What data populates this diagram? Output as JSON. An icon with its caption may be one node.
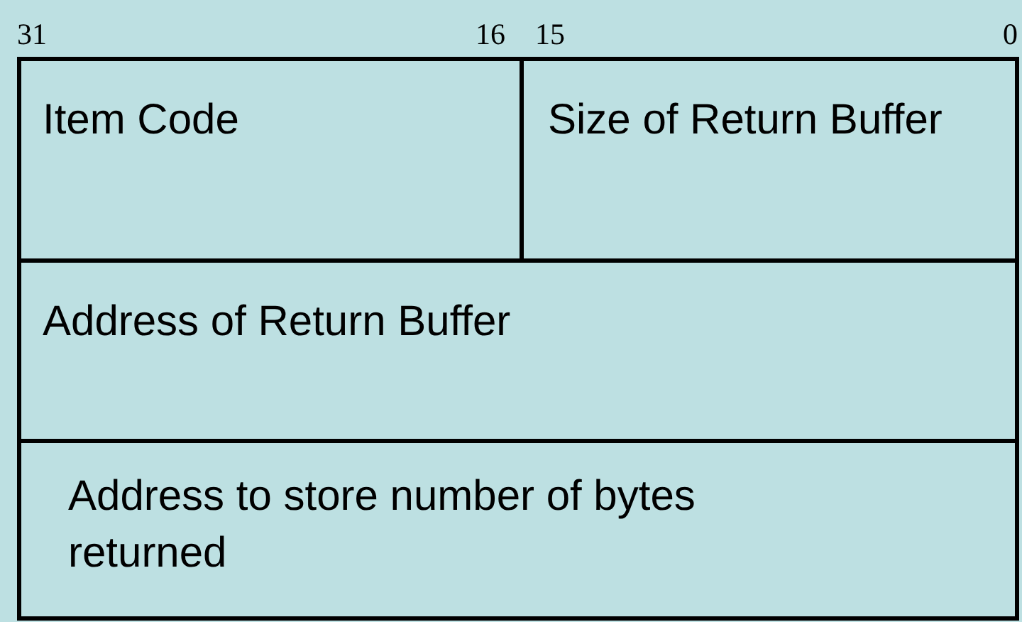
{
  "diagram": {
    "nodes": [
      {
        "text": [
          "Item Code"
        ]
      },
      {
        "text": [
          "Size of Return Buffer"
        ]
      },
      {
        "text": [
          "Address of Return Buffer"
        ]
      },
      {
        "text": [
          "Address to store number of bytes returned"
        ]
      }
    ],
    "edges": [],
    "labels": [
      "31",
      "16",
      "15",
      "0"
    ]
  }
}
